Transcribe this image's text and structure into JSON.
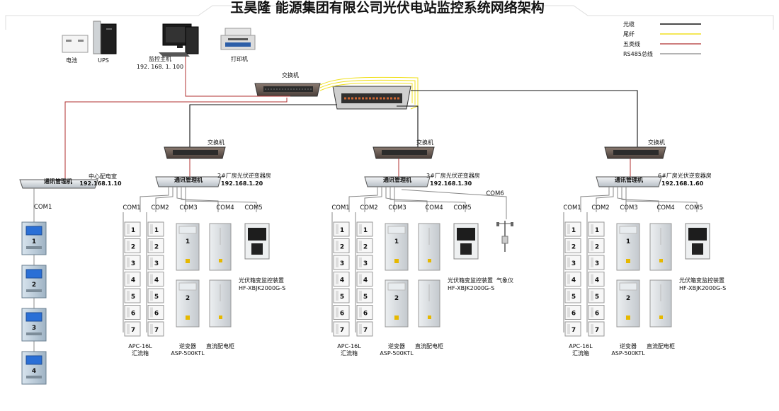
{
  "title": "玉昊隆 能源集团有限公司光伏电站监控系统网络架构",
  "legend": [
    {
      "label": "光缆",
      "color": "#111111"
    },
    {
      "label": "尾纤",
      "color": "#f0e020"
    },
    {
      "label": "五类线",
      "color": "#b03030"
    },
    {
      "label": "RS485总线",
      "color": "#888888"
    }
  ],
  "top": {
    "battery": "电池",
    "ups": "UPS",
    "host": "监控主机",
    "host_ip": "192. 168. 1. 100",
    "printer": "打印机",
    "switch": "交换机"
  },
  "center_room": {
    "comm_mgr": "通讯管理机",
    "name": "中心配电室",
    "ip": "192.168.1.10",
    "com": "COM1",
    "relays": [
      "1",
      "2",
      "3",
      "4"
    ]
  },
  "houses": [
    {
      "switch": "交换机",
      "comm_mgr": "通讯管理机",
      "name": "2#厂房光伏逆变器房",
      "ip": "192.168.1.20",
      "coms": [
        "COM1",
        "COM2",
        "COM3",
        "COM4",
        "COM5"
      ],
      "combiner_nums": [
        "1",
        "2",
        "3",
        "4",
        "5",
        "6",
        "7"
      ],
      "combiner_label": "APC-16L",
      "combiner_label2": "汇流箱",
      "inverter_nums": [
        "1",
        "2"
      ],
      "inverter_label": "逆变器",
      "inverter_model": "ASP-500KTL",
      "dc_label": "直流配电柜",
      "box_monitor": "光伏箱变监控装置",
      "box_model": "HF-XBJK2000G-S"
    },
    {
      "switch": "交换机",
      "comm_mgr": "通讯管理机",
      "name": "3#厂房光伏逆变器房",
      "ip": "192.168.1.30",
      "coms": [
        "COM1",
        "COM2",
        "COM3",
        "COM4",
        "COM5"
      ],
      "com6": "COM6",
      "weather": "气象仪",
      "combiner_nums": [
        "1",
        "2",
        "3",
        "4",
        "5",
        "6",
        "7"
      ],
      "combiner_label": "APC-16L",
      "combiner_label2": "汇流箱",
      "inverter_nums": [
        "1",
        "2"
      ],
      "inverter_label": "逆变器",
      "inverter_model": "ASP-500KTL",
      "dc_label": "直流配电柜",
      "box_monitor": "光伏箱变监控装置",
      "box_model": "HF-XBJK2000G-S"
    },
    {
      "switch": "交换机",
      "comm_mgr": "通讯管理机",
      "name": "6#厂房光伏逆变器房",
      "ip": "192.168.1.60",
      "coms": [
        "COM1",
        "COM2",
        "COM3",
        "COM4",
        "COM5"
      ],
      "combiner_nums": [
        "1",
        "2",
        "3",
        "4",
        "5",
        "6",
        "7"
      ],
      "combiner_label": "APC-16L",
      "combiner_label2": "汇流箱",
      "inverter_nums": [
        "1",
        "2"
      ],
      "inverter_label": "逆变器",
      "inverter_model": "ASP-500KTL",
      "dc_label": "直流配电柜",
      "box_monitor": "光伏箱变监控装置",
      "box_model": "HF-XBJK2000G-S"
    }
  ]
}
